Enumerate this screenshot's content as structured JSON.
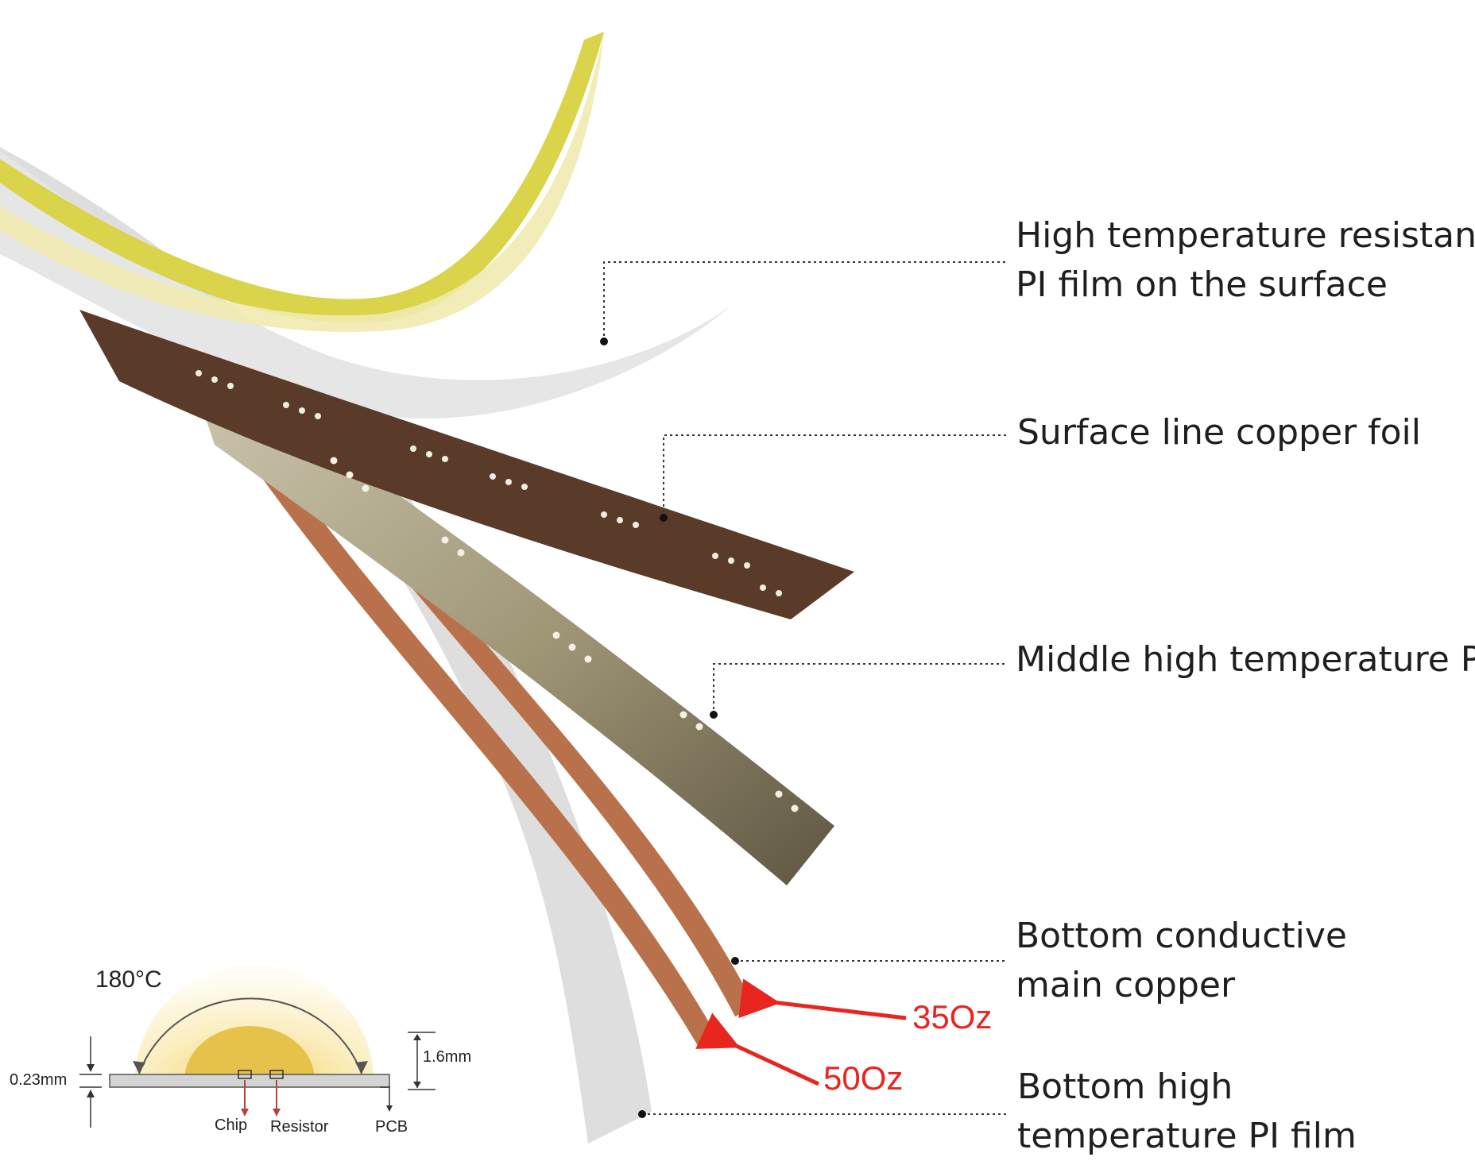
{
  "labels": {
    "surface_pi": [
      "High temperature resistant",
      "PI film on the surface"
    ],
    "surface_copper": [
      "Surface line copper foil"
    ],
    "middle_pi": [
      "Middle high temperature PI"
    ],
    "bottom_copper": [
      "Bottom conductive",
      "main copper"
    ],
    "bottom_pi": [
      "Bottom high",
      "temperature PI film"
    ]
  },
  "callouts": {
    "oz35": "35Oz",
    "oz50": "50Oz"
  },
  "inset": {
    "temperature": "180°C",
    "thickness_pcb": "0.23mm",
    "height": "1.6mm",
    "chip": "Chip",
    "resistor": "Resistor",
    "pcb": "PCB"
  },
  "colors": {
    "pi_film": "#e2e2e2",
    "phosphor_yellow": "#d8d23c",
    "copper_foil_dark": "#5a3a28",
    "middle_pi": "#9a9272",
    "main_copper": "#b8714a",
    "callout_red": "#e8261f",
    "leader_line": "#333333"
  }
}
